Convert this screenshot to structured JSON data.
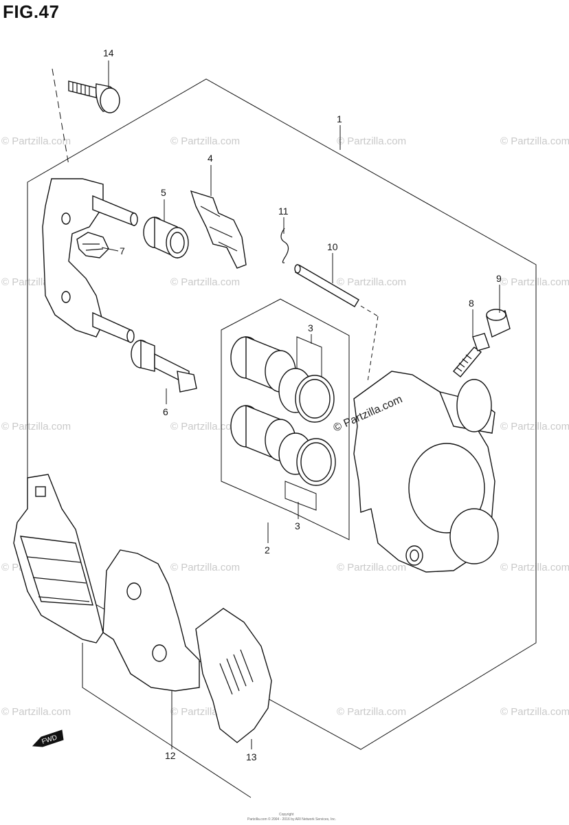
{
  "figure": {
    "title": "FIG.47"
  },
  "watermark": {
    "text": "© Partzilla.com"
  },
  "copyright": {
    "line1": "Copyright",
    "line2": "Partzilla.com © 2004 - 2016 by ARI Network Services, Inc."
  },
  "fwd_arrow": {
    "label": "FWD"
  },
  "callouts": [
    {
      "ref": "1",
      "label": "1"
    },
    {
      "ref": "2",
      "label": "2"
    },
    {
      "ref": "3",
      "label": "3"
    },
    {
      "ref": "3",
      "label": "3"
    },
    {
      "ref": "4",
      "label": "4"
    },
    {
      "ref": "5",
      "label": "5"
    },
    {
      "ref": "6",
      "label": "6"
    },
    {
      "ref": "7",
      "label": "7"
    },
    {
      "ref": "8",
      "label": "8"
    },
    {
      "ref": "9",
      "label": "9"
    },
    {
      "ref": "10",
      "label": "10"
    },
    {
      "ref": "11",
      "label": "11"
    },
    {
      "ref": "12",
      "label": "12"
    },
    {
      "ref": "13",
      "label": "13"
    },
    {
      "ref": "14",
      "label": "14"
    }
  ]
}
